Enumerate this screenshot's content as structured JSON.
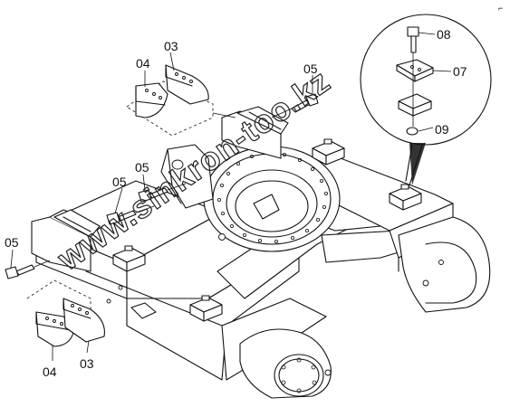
{
  "callouts": {
    "c03_top": "03",
    "c04_top": "04",
    "c05_right": "05",
    "c05_mid_upper": "05",
    "c05_mid_lower": "05",
    "c05_left": "05",
    "c08": "08",
    "c07": "07",
    "c09": "09",
    "c04_bottom": "04",
    "c03_bottom": "03"
  },
  "watermark": "www.sinkron-too.kz",
  "corner_mark": "⌐"
}
